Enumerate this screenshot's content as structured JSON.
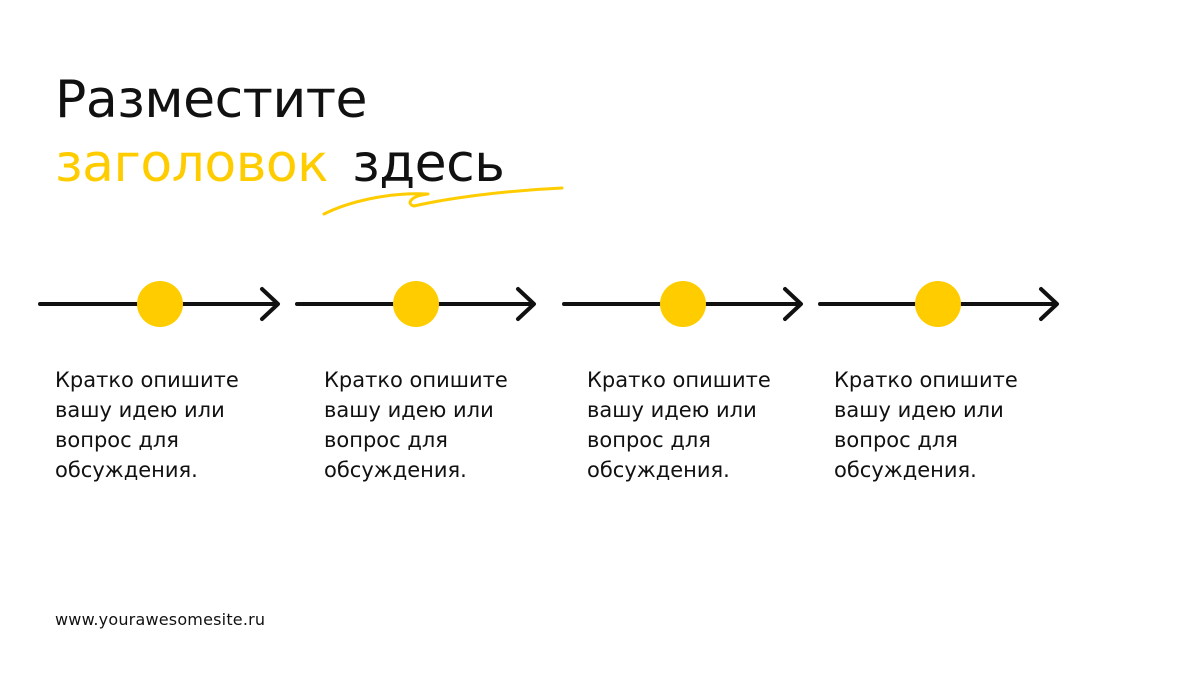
{
  "title": {
    "line1": "Разместите",
    "line2_accent": "заголовок",
    "line2_rest": "здесь"
  },
  "colors": {
    "accent": "#FFCC00",
    "text": "#111111",
    "background": "#FFFFFF"
  },
  "steps": [
    {
      "lines": [
        "Кратко опишите",
        "вашу идею или",
        "вопрос для",
        "обсуждения."
      ]
    },
    {
      "lines": [
        "Кратко опишите",
        "вашу идею или",
        "вопрос для",
        "обсуждения."
      ]
    },
    {
      "lines": [
        "Кратко опишите",
        "вашу идею или",
        "вопрос для",
        "обсуждения."
      ]
    },
    {
      "lines": [
        "Кратко опишите",
        "вашу идею или",
        "вопрос для",
        "обсуждения."
      ]
    }
  ],
  "footer": {
    "website": "www.yourawesomesite.ru"
  }
}
